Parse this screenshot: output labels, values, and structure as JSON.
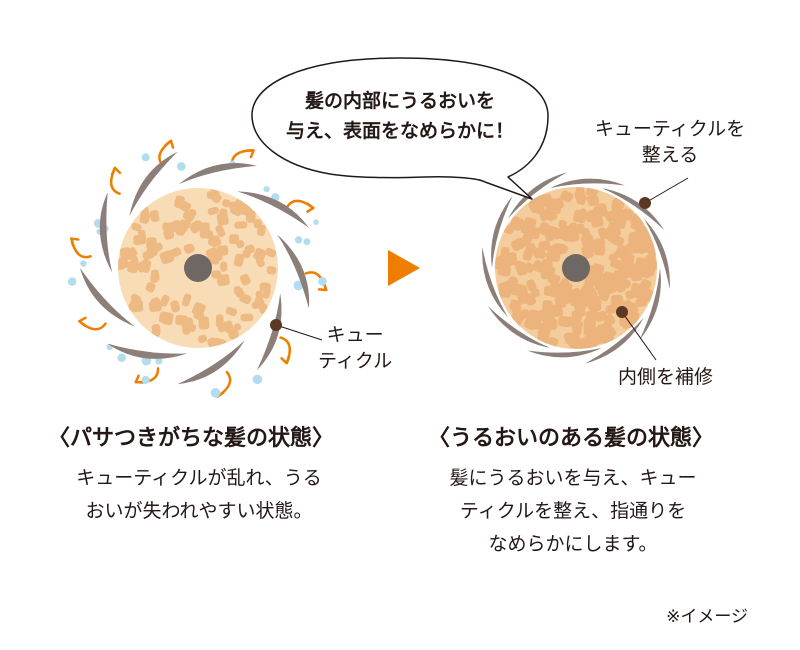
{
  "bubble": {
    "line1": "髪の内部にうるおいを",
    "line2": "与え、表面をなめらかに！"
  },
  "left_diagram": {
    "cuticle_label_line1": "キュー",
    "cuticle_label_line2": "ティクル"
  },
  "right_diagram": {
    "cuticle_label_line1": "キューティクルを",
    "cuticle_label_line2": "整える",
    "inner_label": "内側を補修"
  },
  "left_caption": {
    "title": "〈パサつきがちな髪の状態〉",
    "line1": "キューティクルが乱れ、うる",
    "line2": "おいが失われやすい状態。"
  },
  "right_caption": {
    "title": "〈うるおいのある髪の状態〉",
    "line1": "髪にうるおいを与え、キュー",
    "line2": "ティクルを整え、指通りを",
    "line3": "なめらかにします。"
  },
  "note": "※イメージ",
  "colors": {
    "cortex_light": "#f8dcb6",
    "cell": "#eeba84",
    "cell_dense": "#ecb47c",
    "cuticle": "#8c7f7a",
    "medulla": "#6e6764",
    "arrow": "#ee7e00",
    "droplet": "#b3dcef",
    "marker": "#5a3824",
    "outline": "#231815"
  }
}
